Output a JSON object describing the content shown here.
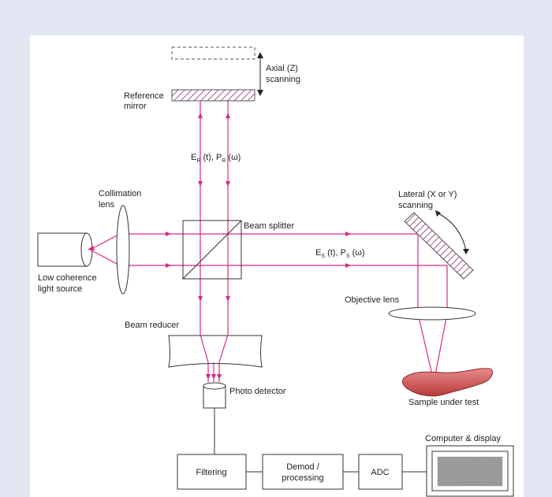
{
  "labels": {
    "axial_line1": "Axial (Z)",
    "axial_line2": "scanning",
    "ref_line1": "Reference",
    "ref_line2": "mirror",
    "er_sym": "E",
    "er_sub": "R",
    "er_t": " (t), P",
    "pr_sub": "R",
    "pr_w": " (ω)",
    "collimation_line1": "Collimation",
    "collimation_line2": "lens",
    "beam_splitter": "Beam splitter",
    "lateral_line1": "Lateral (X or Y)",
    "lateral_line2": "scanning",
    "es_sym": "E",
    "es_sub": "S",
    "es_t": " (t), P",
    "ps_sub": "S",
    "ps_w": " (ω)",
    "source_line1": "Low coherence",
    "source_line2": "light source",
    "objective": "Objective lens",
    "reducer": "Beam reducer",
    "photo": "Photo detector",
    "sample": "Sample under test",
    "computer": "Computer & display",
    "filtering": "Filtering",
    "demod_line1": "Demod /",
    "demod_line2": "processing",
    "adc": "ADC"
  },
  "colors": {
    "background": "#e3e7f4",
    "beam": "#d6298a",
    "mirror_hatch": "#8a2a6a",
    "sample": "#c84a4a"
  }
}
